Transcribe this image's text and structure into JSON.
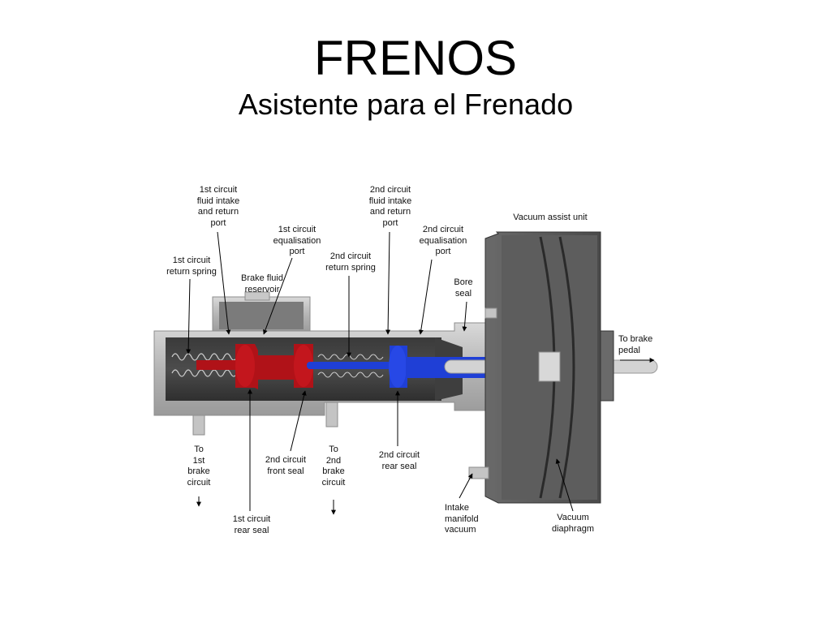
{
  "title": "FRENOS",
  "subtitle": "Asistente para el Frenado",
  "labels": {
    "c1_intake": "1st circuit\nfluid intake\nand return\nport",
    "c1_equal": "1st circuit\nequalisation\nport",
    "c1_spring": "1st circuit\nreturn spring",
    "reservoir": "Brake fluid\nreservoir",
    "c2_spring": "2nd circuit\nreturn spring",
    "c2_intake": "2nd circuit\nfluid intake\nand return\nport",
    "c2_equal": "2nd circuit\nequalisation\nport",
    "vacuum_unit": "Vacuum assist unit",
    "bore_seal": "Bore\nseal",
    "to_pedal": "To brake\npedal",
    "to_c1": "To\n1st\nbrake\ncircuit",
    "c2_front_seal": "2nd circuit\nfront seal",
    "to_c2": "To\n2nd\nbrake\ncircuit",
    "c2_rear_seal": "2nd circuit\nrear seal",
    "c1_rear_seal": "1st circuit\nrear seal",
    "intake_manifold": "Intake\nmanifold\nvacuum",
    "vacuum_diaphragm": "Vacuum\ndiaphragm"
  },
  "colors": {
    "primary_piston": "#b01218",
    "secondary_piston": "#1f3fd6",
    "body": "#b9b9b9",
    "booster": "#555555"
  }
}
